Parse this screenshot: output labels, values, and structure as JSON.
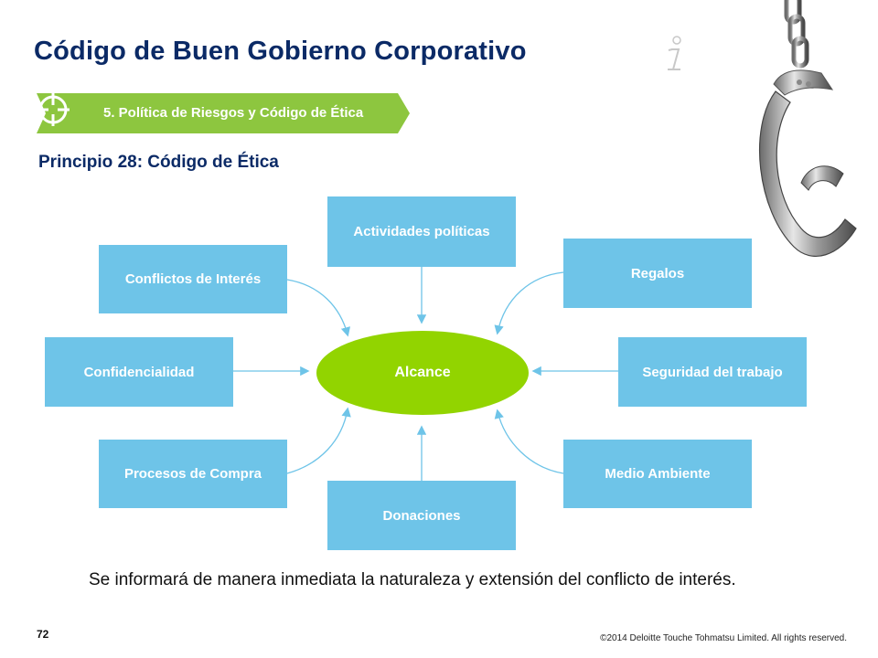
{
  "title": "Código de Buen Gobierno Corporativo",
  "section_banner": {
    "label": "5. Política de Riesgos y Código de Ética",
    "icon": "crosshair-icon",
    "color": "#8dc63f"
  },
  "subtitle": "Principio 28: Código de Ética",
  "diagram": {
    "center": {
      "label": "Alcance",
      "color": "#92d400"
    },
    "box_color": "#6ec4e8",
    "boxes": {
      "top": "Actividades políticas",
      "upper_left": "Conflictos de Interés",
      "upper_right": "Regalos",
      "middle_left": "Confidencialidad",
      "middle_right": "Seguridad del trabajo",
      "lower_left": "Procesos de Compra",
      "lower_right": "Medio Ambiente",
      "bottom": "Donaciones"
    }
  },
  "note": "Se informará de manera inmediata la naturaleza y extensión del conflicto de interés.",
  "footer": {
    "page_number": "72",
    "copyright": "©2014 Deloitte Touche Tohmatsu Limited. All rights reserved."
  },
  "decorations": {
    "info": "info-icon",
    "handcuff": "handcuff-image"
  }
}
